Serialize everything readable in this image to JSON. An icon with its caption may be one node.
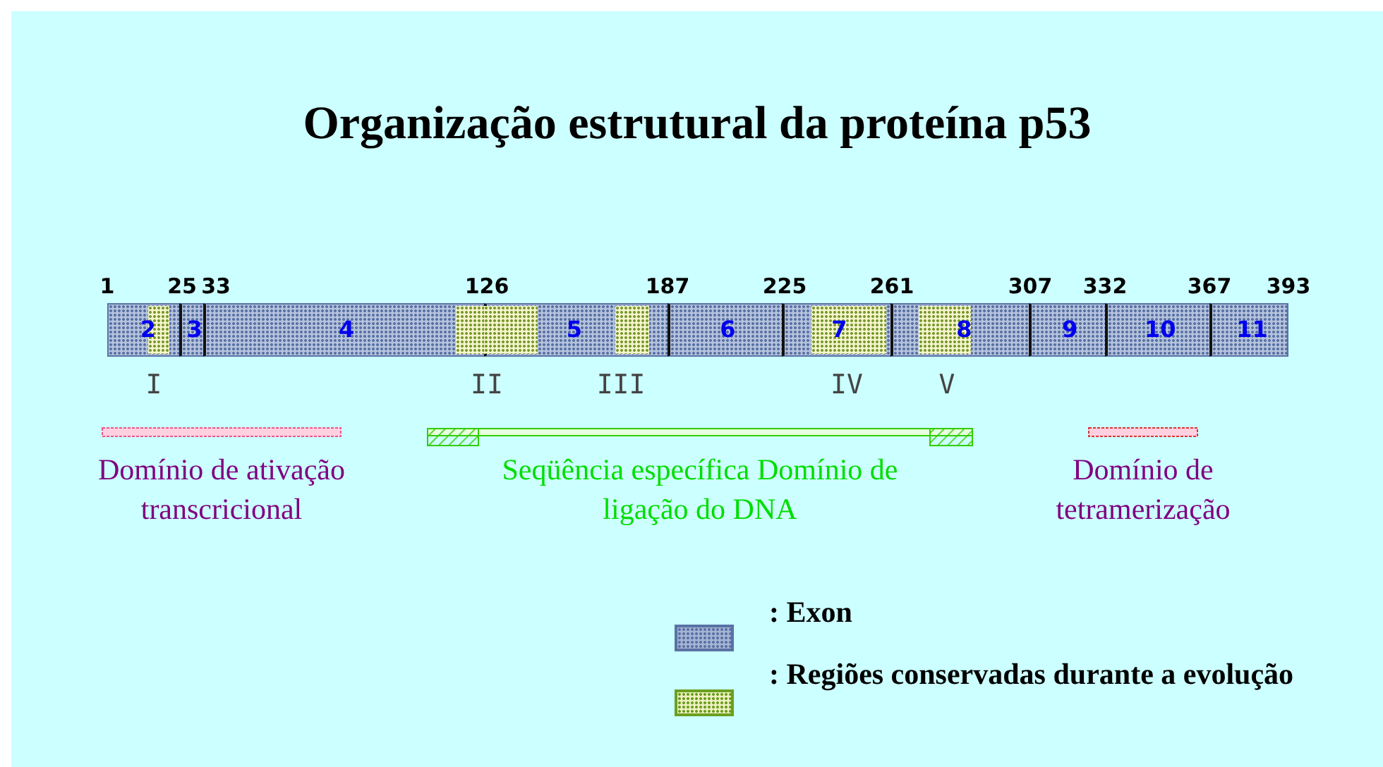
{
  "diagram": {
    "title": "Organização estrutural da proteína p53",
    "nodes": [
      {
        "text": [
          "2"
        ]
      },
      {
        "text": [
          "3"
        ]
      },
      {
        "text": [
          "4"
        ]
      },
      {
        "text": [
          "5"
        ]
      },
      {
        "text": [
          "6"
        ]
      },
      {
        "text": [
          "7"
        ]
      },
      {
        "text": [
          "8"
        ]
      },
      {
        "text": [
          "9"
        ]
      },
      {
        "text": [
          "10"
        ]
      },
      {
        "text": [
          "11"
        ]
      },
      {
        "text": [
          "Domínio de ativação transcricional"
        ]
      },
      {
        "text": [
          "Seqüência específica Domínio de ligação do DNA"
        ]
      },
      {
        "text": [
          "Domínio de tetramerização"
        ]
      }
    ],
    "labels": [
      "1",
      "25",
      "33",
      "126",
      "187",
      "225",
      "261",
      "307",
      "332",
      "367",
      "393",
      "I",
      "II",
      "III",
      "IV",
      "V"
    ],
    "legend": [
      {
        "text": ": Exon",
        "color": "#a4b4d4"
      },
      {
        "text": ": Regiões conservadas durante a evolução",
        "color": "#eeeec0"
      }
    ]
  }
}
